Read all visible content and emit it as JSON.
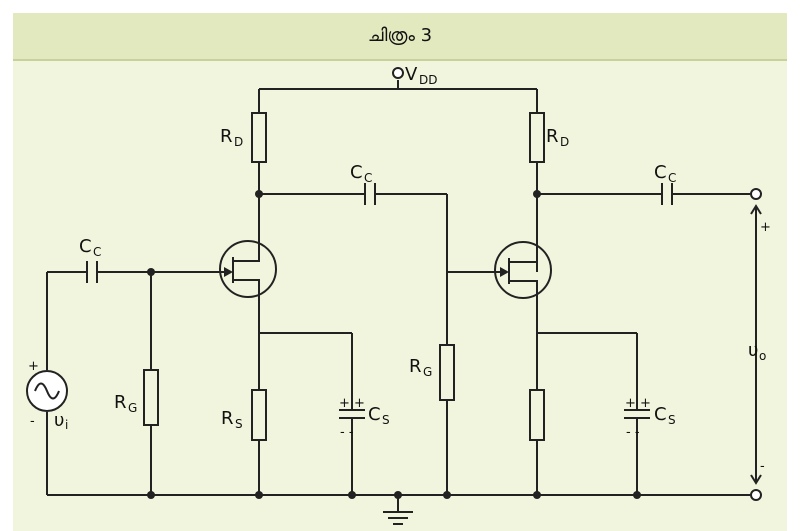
{
  "figure": {
    "title": "ചിത്രം 3"
  },
  "labels": {
    "vdd": "V",
    "vdd_sub": "DD",
    "rd": "R",
    "rd_sub": "D",
    "rg": "R",
    "rg_sub": "G",
    "rs": "R",
    "rs_sub": "S",
    "cc": "C",
    "cc_sub": "C",
    "cs": "C",
    "cs_sub": "S",
    "vi": "υ",
    "vi_sub": "i",
    "vo": "υ",
    "vo_sub": "o",
    "plus": "+",
    "minus": "-",
    "cap_plus": "+ +",
    "cap_minus": "- -"
  },
  "colors": {
    "background": "#f2f5dd",
    "title_bar": "#e3e9bf",
    "wire": "#222222"
  }
}
